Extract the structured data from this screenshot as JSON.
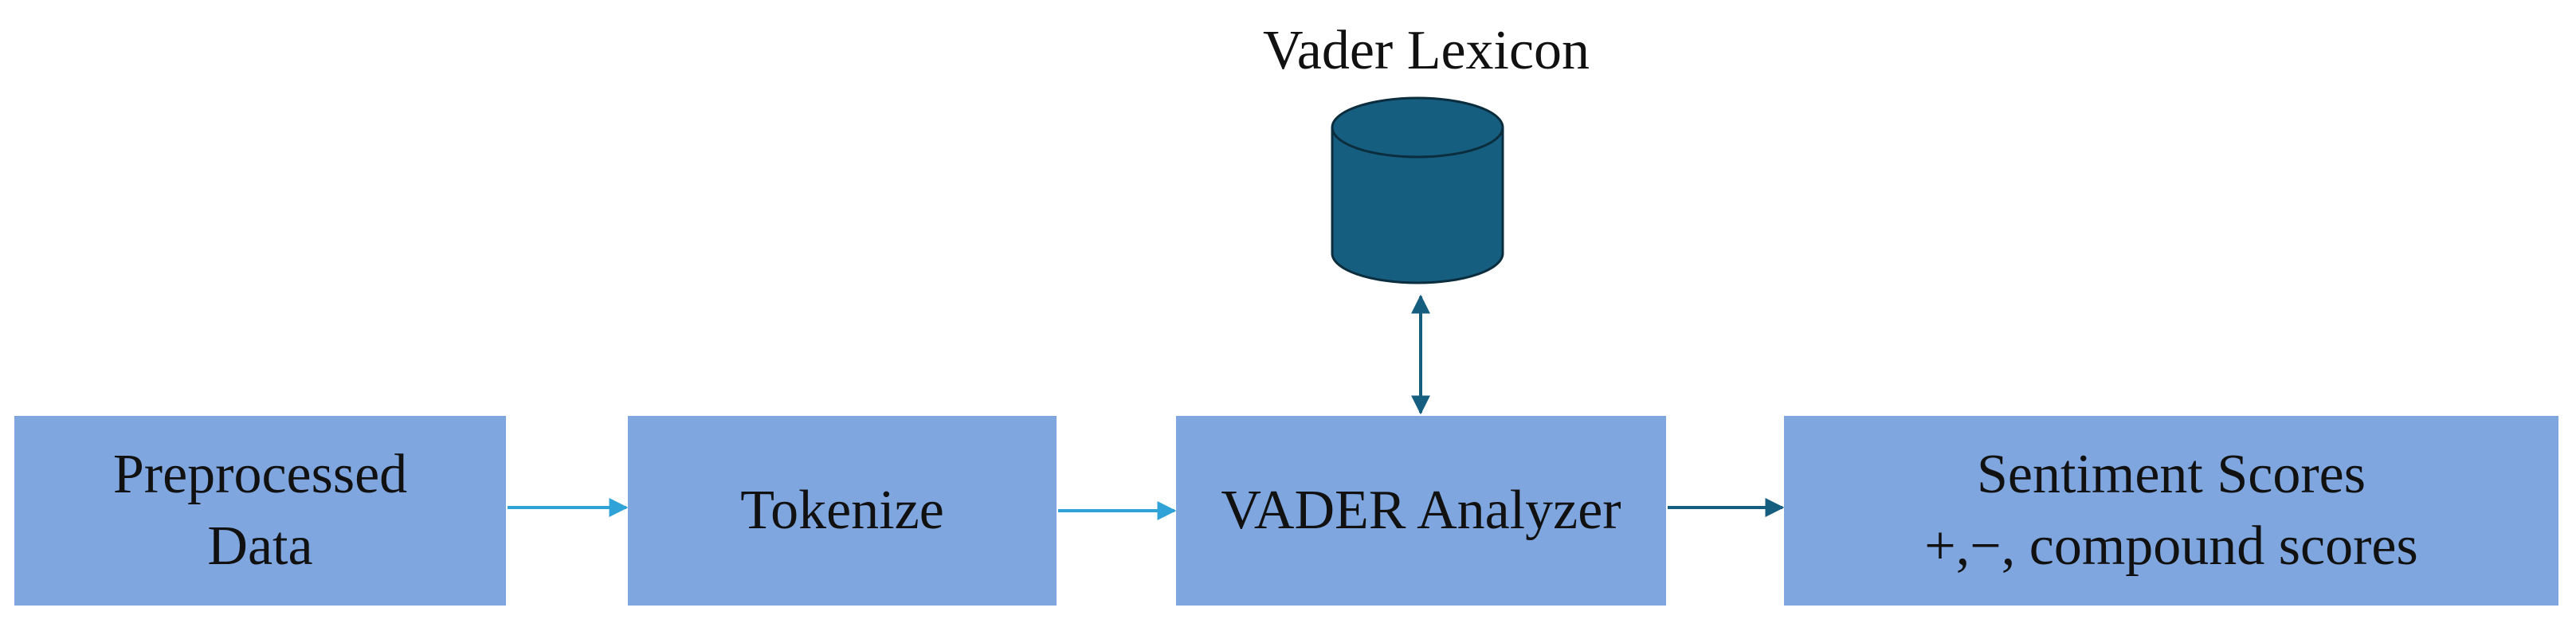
{
  "lexicon": {
    "title": "Vader Lexicon"
  },
  "boxes": {
    "preprocessed": {
      "line1": "Preprocessed",
      "line2": "Data"
    },
    "tokenize": {
      "label": "Tokenize"
    },
    "vader": {
      "label": "VADER Analyzer"
    },
    "sentiment": {
      "line1": "Sentiment Scores",
      "line2": "+,−, compound scores"
    }
  },
  "colors": {
    "box_fill": "#7fa6df",
    "database_fill": "#165e80",
    "arrow_light": "#2fa3d8",
    "arrow_dark": "#165e80"
  }
}
